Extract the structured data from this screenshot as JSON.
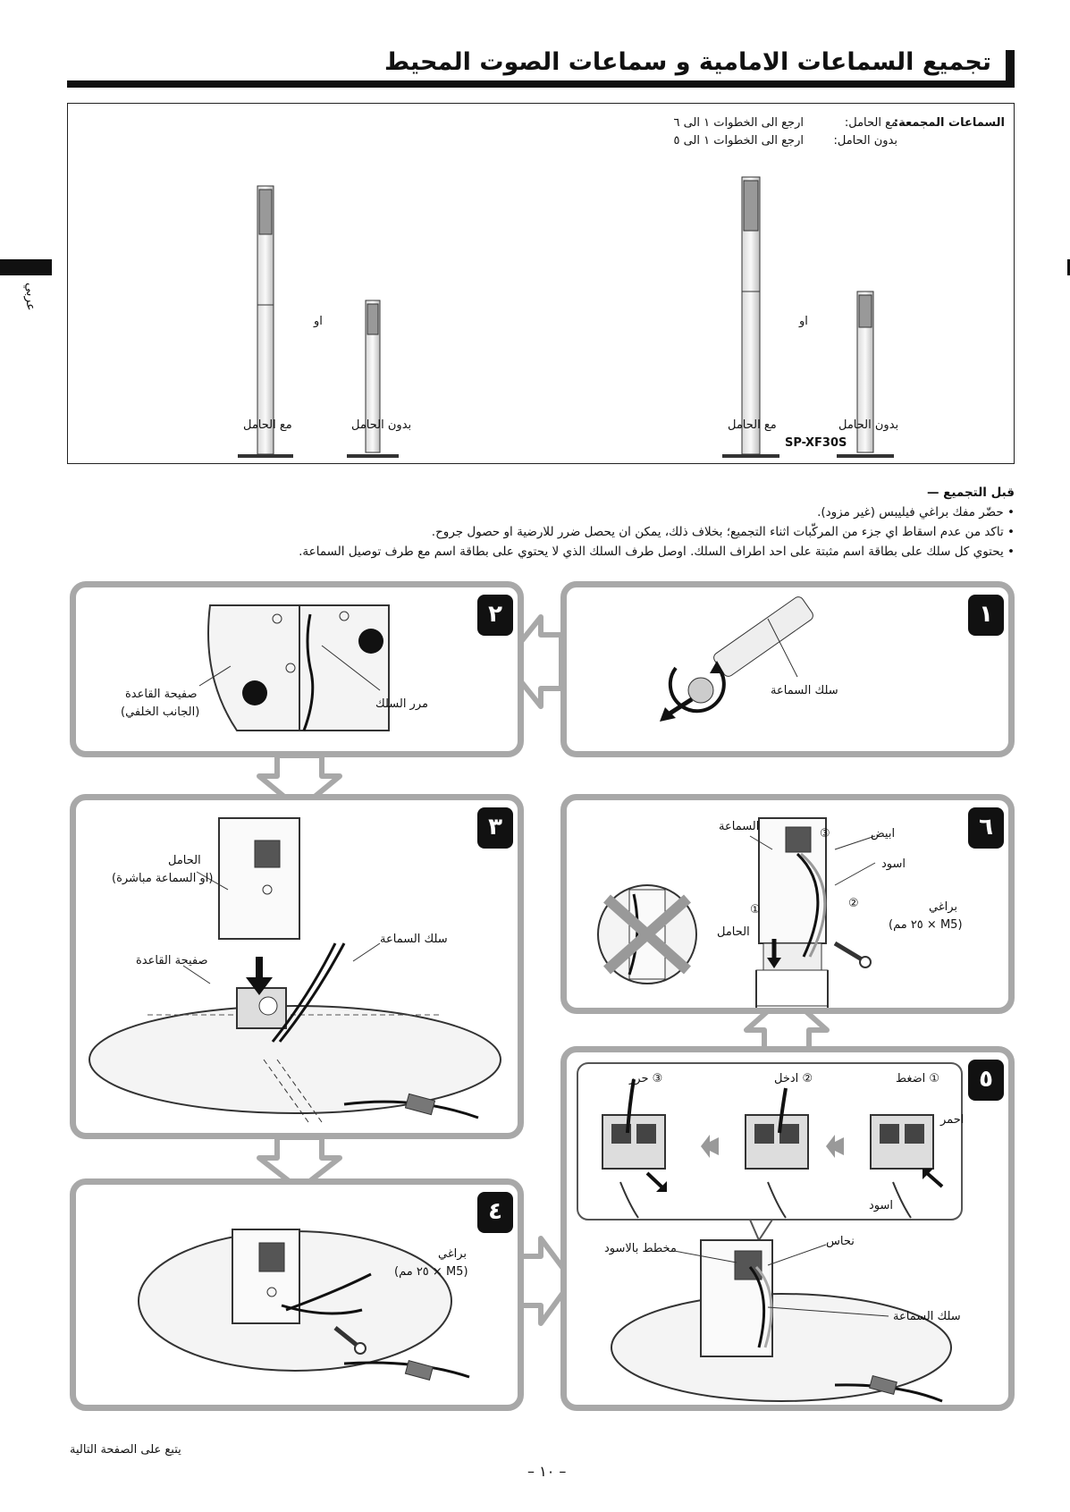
{
  "header": {
    "title": "تجميع السماعات الامامية و سماعات الصوت المحيط",
    "side_label": "عربي"
  },
  "models_box": {
    "section_label": "السماعات المجمعة:",
    "with_stand_label": "مع الحامل:",
    "with_stand_instruction": "ارجع الى الخطوات ١ الى ٦",
    "without_stand_label": "بدون الحامل:",
    "without_stand_instruction": "ارجع الى الخطوات ١ الى ٥",
    "or_text": "او",
    "caption_with_stand": "مع الحامل",
    "caption_without_stand": "بدون الحامل",
    "model_name": "SP-XF30S"
  },
  "before_assembly": {
    "heading": "قبل التجميع —",
    "bullets": [
      "حضّر مفك براغي فيليبس (غير مزود).",
      "تاكد من عدم اسقاط اي جزء من المركّبات اثناء التجميع؛ بخلاف ذلك، يمكن ان يحصل ضرر للارضية او حصول جروح.",
      "يحتوي كل سلك على بطاقة اسم مثبتة على احد اطراف السلك. اوصل طرف السلك الذي لا يحتوي على بطاقة اسم مع طرف توصيل السماعة."
    ],
    "bullet_mark": "•"
  },
  "steps": {
    "s1": {
      "number": "١",
      "speaker_cord": "سلك السماعة"
    },
    "s2": {
      "number": "٢",
      "base_plate_line1": "صفيحة القاعدة",
      "base_plate_line2": "(الجانب الخلفي)",
      "pass_cord": "مرر السلك"
    },
    "s3": {
      "number": "٣",
      "stand_line1": "الحامل",
      "stand_line2": "(او السماعة مباشرة)",
      "speaker_cord": "سلك السماعة",
      "base_plate": "صفيحة القاعدة"
    },
    "s4": {
      "number": "٤",
      "screws": "براغي",
      "screw_size": "(M5 × ٢٥ مم)"
    },
    "s5": {
      "number": "٥",
      "press": "اضغط",
      "insert": "ادخل",
      "release": "حرر",
      "red": "احمر",
      "black": "اسود",
      "black_striped": "مخطط بالاسود",
      "copper": "نحاس",
      "speaker_cord": "سلك السماعة",
      "c1": "①",
      "c2": "②",
      "c3": "③"
    },
    "s6": {
      "number": "٦",
      "speaker": "السماعة",
      "white": "ابيض",
      "black": "اسود",
      "screws": "براغي",
      "screw_size": "(M5 × ٢٥ مم)",
      "stand": "الحامل",
      "c1": "①",
      "c2": "②",
      "c3": "③"
    }
  },
  "footer": {
    "continue": "يتبع على الصفحة التالية",
    "page_number": "– ١٠ –"
  }
}
